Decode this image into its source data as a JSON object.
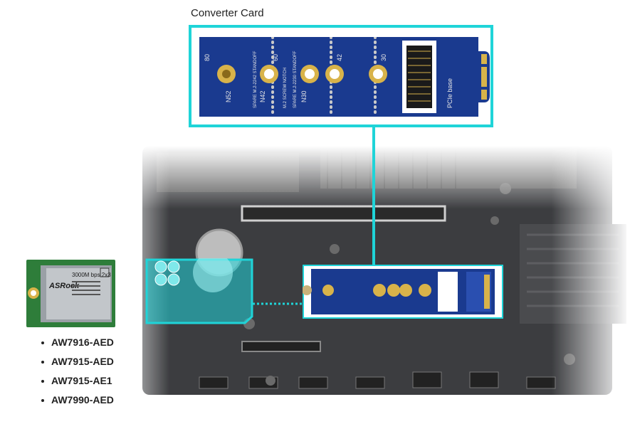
{
  "callout": {
    "title": "Converter Card"
  },
  "converter_card": {
    "labels": {
      "len_80": "80",
      "len_60": "60",
      "len_42": "42",
      "len_30": "30",
      "n52": "N52",
      "n42": "N42",
      "n30": "N30",
      "standoff_2242": "SPARE M.2-2242 STANDOFF",
      "screw_notch": "M.2 SCREW NOTCH",
      "standoff_2230": "SPARE M.2-2230 STANDOFF",
      "pcie_base": "PCIe base"
    }
  },
  "wifi_module": {
    "brand": "ASRock",
    "text_line1": "3000M bps 2x3"
  },
  "models": [
    {
      "name": "AW7916-AED"
    },
    {
      "name": "AW7915-AED"
    },
    {
      "name": "AW7915-AE1"
    },
    {
      "name": "AW7990-AED"
    }
  ],
  "colors": {
    "accent_cyan": "#1fd4d8",
    "card_blue": "#1a3a8f",
    "gold": "#d8b34a"
  }
}
